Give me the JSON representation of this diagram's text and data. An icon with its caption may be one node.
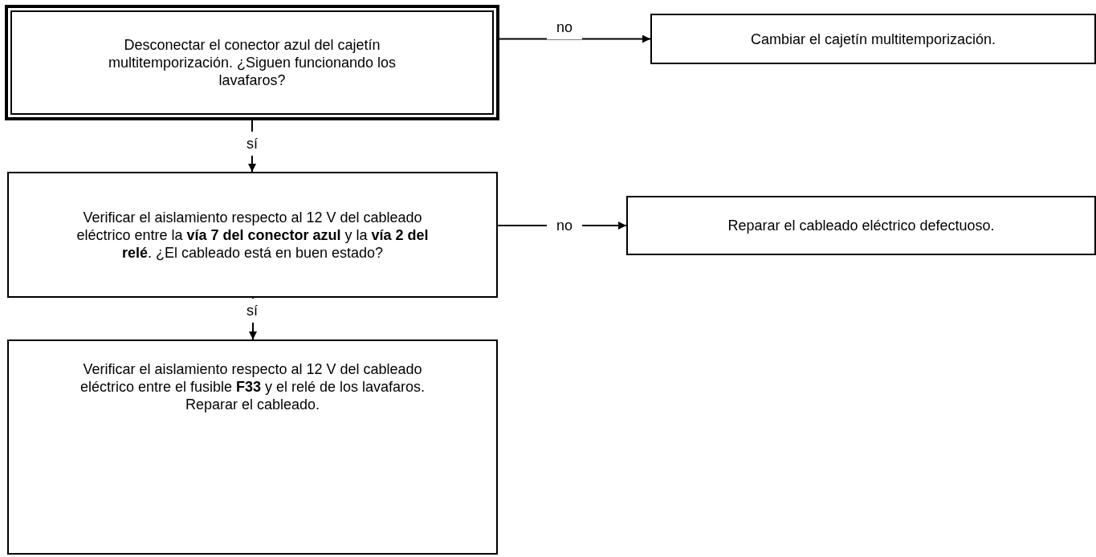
{
  "diagram": {
    "nodes": [
      {
        "text": [
          "Desconectar el conector azul del cajetín multitemporización. ¿Siguen funcionando los lavafaros?"
        ]
      },
      {
        "text": [
          "Cambiar el cajetín multitemporización."
        ]
      },
      {
        "text": [
          "Verificar el aislamiento respecto al 12 V del cableado eléctrico entre la **vía 7 del conector azul** y la **vía 2 del relé**. ¿El cableado está en buen estado?"
        ]
      },
      {
        "text": [
          "Reparar el cableado eléctrico defectuoso."
        ]
      },
      {
        "text": [
          "Verificar el aislamiento respecto al 12 V del cableado eléctrico entre el fusible **F33** y el relé de los lavafaros. Reparar el cableado."
        ]
      }
    ],
    "edges": [
      {
        "from": 0,
        "to": 1,
        "arrow": "to",
        "label": "no"
      },
      {
        "from": 0,
        "to": 2,
        "arrow": "to",
        "label": "sí"
      },
      {
        "from": 2,
        "to": 3,
        "arrow": "to",
        "label": "no"
      },
      {
        "from": 2,
        "to": 4,
        "arrow": "to",
        "label": "sí"
      }
    ]
  }
}
